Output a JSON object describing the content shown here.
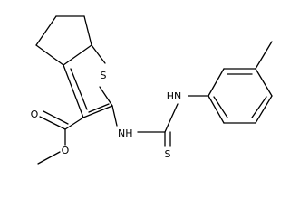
{
  "structure": {
    "atoms": {
      "ring_sulfur": "S",
      "thione_sulfur": "S",
      "amide_nitrogen": "NH",
      "thioamide_nitrogen": "HN",
      "carbonyl_oxygen": "O",
      "ester_oxygen": "O"
    }
  },
  "colors": {
    "bond": "#000000",
    "text": "#000000",
    "background": "#ffffff"
  }
}
